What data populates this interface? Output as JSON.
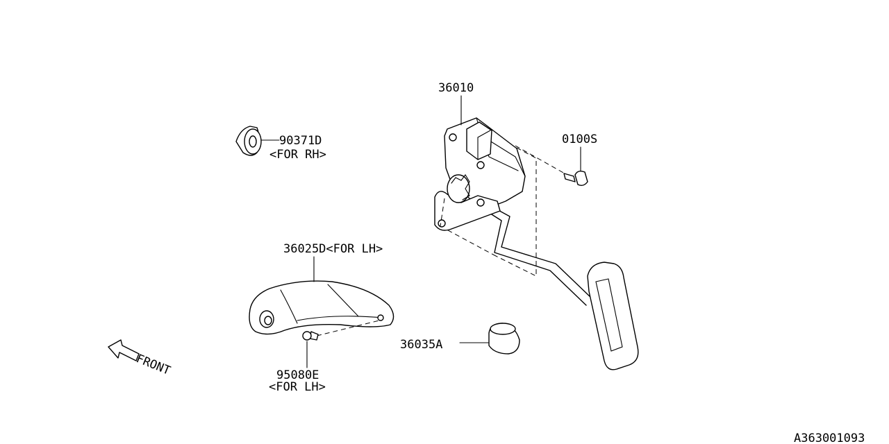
{
  "diagram": {
    "labels": {
      "pedal_assy": "36010",
      "bolt": "0100S",
      "cap_rh": "90371D",
      "cap_rh_note": "<FOR RH>",
      "stopper_lh": "36025D<FOR LH>",
      "screw_lh": "95080E",
      "screw_lh_note": "<FOR LH>",
      "pedal_pad": "36035A",
      "front": "FRONT",
      "drawing_number": "A363001093"
    }
  }
}
